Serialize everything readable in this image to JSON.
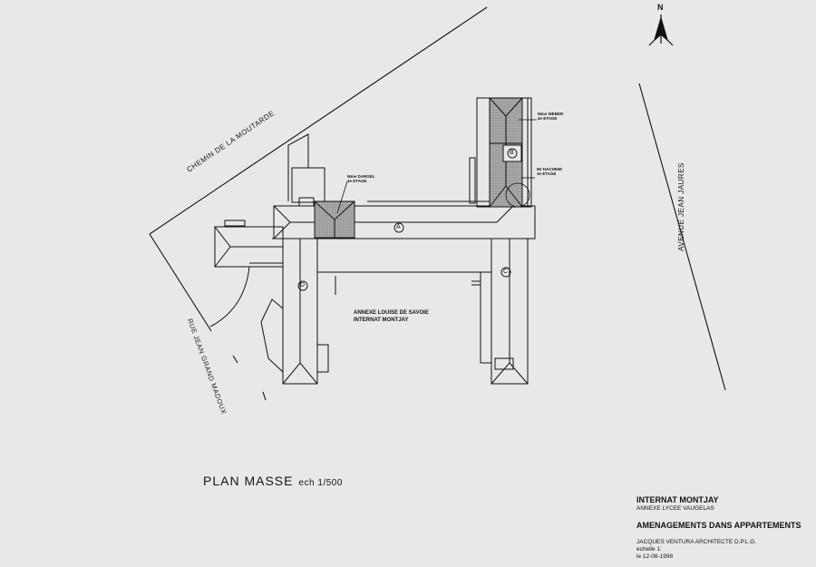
{
  "north_label": "N",
  "streets": {
    "chemin": "CHEMIN DE LA MOUTARDE",
    "avenue": "AVENUE JEAN JAURES",
    "rue": "RUE JEAN GRAND MADOUX"
  },
  "annotations": {
    "weber": [
      "Mme WEBER",
      "4e ETAGE"
    ],
    "dargel": [
      "Mme DARGEL",
      "4e ETAGE"
    ],
    "hachemi": [
      "Mr HACHEMI",
      "3e ETAGE"
    ]
  },
  "annexe": [
    "ANNEXE LOUISE DE SAVOIE",
    "INTERNAT MONTJAY"
  ],
  "building_markers": [
    "A",
    "B",
    "C",
    "D"
  ],
  "plan_title": {
    "title": "PLAN MASSE",
    "scale": "ech 1/500"
  },
  "cartouche": {
    "project": "INTERNAT MONTJAY",
    "subtitle": "ANNEXE LYCEE VAUGELAS",
    "heading": "AMENAGEMENTS DANS APPARTEMENTS",
    "architect": "JACQUES VENTURA ARCHITECTE D.P.L.G.",
    "echelle": "echelle 1:",
    "date": "le 12-06-1998"
  },
  "colors": {
    "paper": "#e8e8eb",
    "ink": "#141414",
    "hatch": "#9a9a9a"
  }
}
